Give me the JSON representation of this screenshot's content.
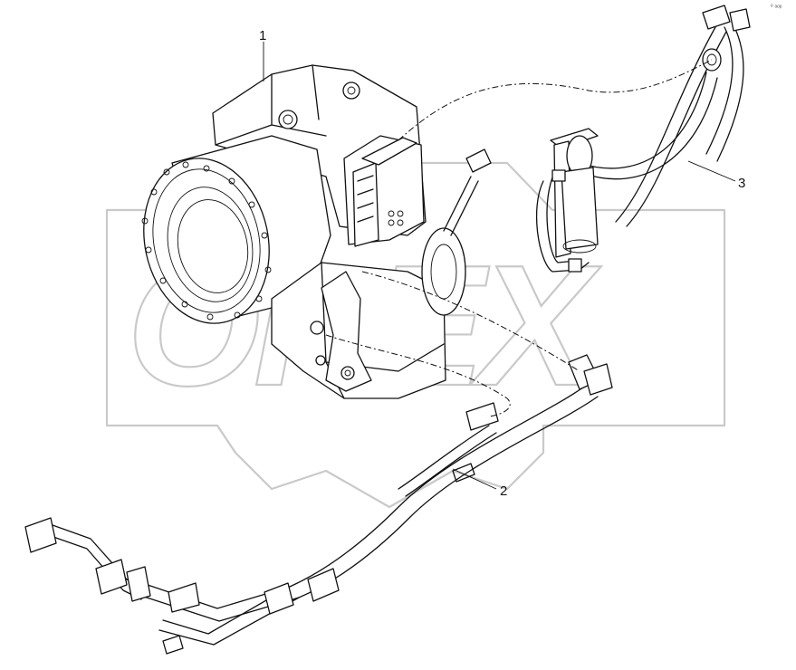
{
  "corner_mark": "º ᵃᵒᵖ",
  "watermark_text": "OREX",
  "callouts": [
    {
      "label": "1"
    },
    {
      "label": "2"
    },
    {
      "label": "3"
    }
  ]
}
